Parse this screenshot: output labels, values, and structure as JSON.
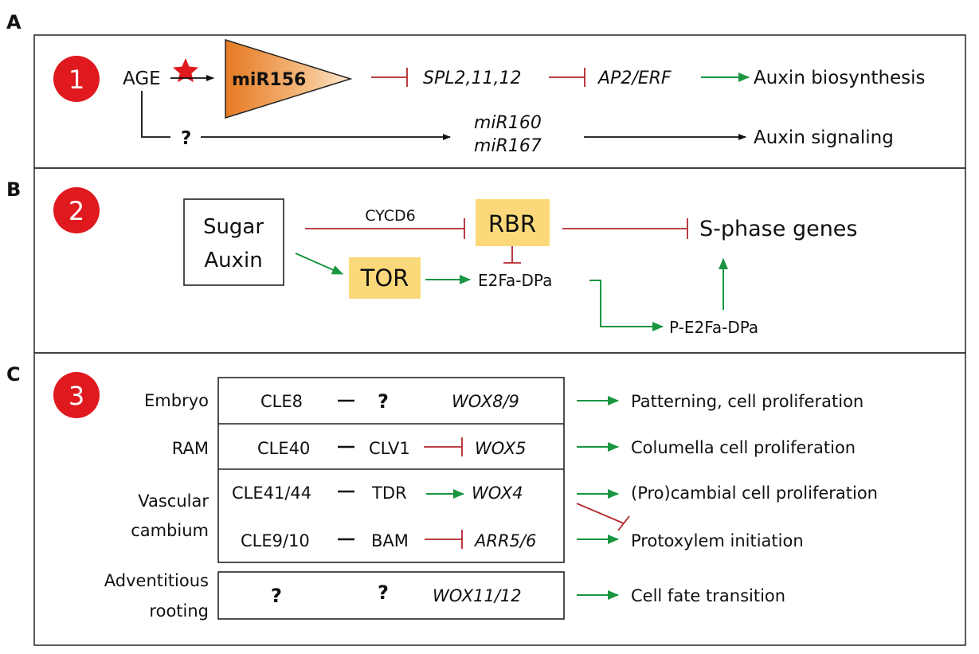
{
  "panels": {
    "a": {
      "letter": "A",
      "badge": "1",
      "age": "AGE",
      "mir156": "miR156",
      "spl": "SPL2,11,12",
      "ap2": "AP2/ERF",
      "auxin_biosynthesis": "Auxin biosynthesis",
      "question": "?",
      "mir160": "miR160",
      "mir167": "miR167",
      "auxin_signaling": "Auxin signaling"
    },
    "b": {
      "letter": "B",
      "badge": "2",
      "sugar": "Sugar",
      "auxin": "Auxin",
      "cycd6": "CYCD6",
      "rbr": "RBR",
      "tor": "TOR",
      "e2fa": "E2Fa-DPa",
      "sphase": "S-phase genes",
      "pe2fa": "P-E2Fa-DPa"
    },
    "c": {
      "letter": "C",
      "badge": "3",
      "embryo": "Embryo",
      "ram": "RAM",
      "vascular": "Vascular",
      "cambium": "cambium",
      "adventitious": "Adventitious",
      "rooting": "rooting",
      "rows": {
        "embryo": {
          "a": "CLE8",
          "dash": "—",
          "b": "?",
          "c": "WOX8/9",
          "out": "Patterning,  cell proliferation"
        },
        "ram": {
          "a": "CLE40",
          "dash": "—",
          "b": "CLV1",
          "c": "WOX5",
          "out": "Columella cell proliferation"
        },
        "tdr": {
          "a": "CLE41/44",
          "dash": "—",
          "b": "TDR",
          "c": "WOX4",
          "out": "(Pro)cambial cell proliferation"
        },
        "bam": {
          "a": "CLE9/10",
          "dash": "—",
          "b": "BAM",
          "c": "ARR5/6",
          "out": "Protoxylem  initiation"
        },
        "adv": {
          "a": "?",
          "b": "?",
          "c": "WOX11/12",
          "out": "Cell fate transition"
        }
      }
    }
  },
  "colors": {
    "badge_red": "#e0191f",
    "inhibit_red": "#b3272d",
    "activate_green": "#1a9641",
    "highlight_yellow": "#fbd97a",
    "star_red": "#e0191f"
  }
}
